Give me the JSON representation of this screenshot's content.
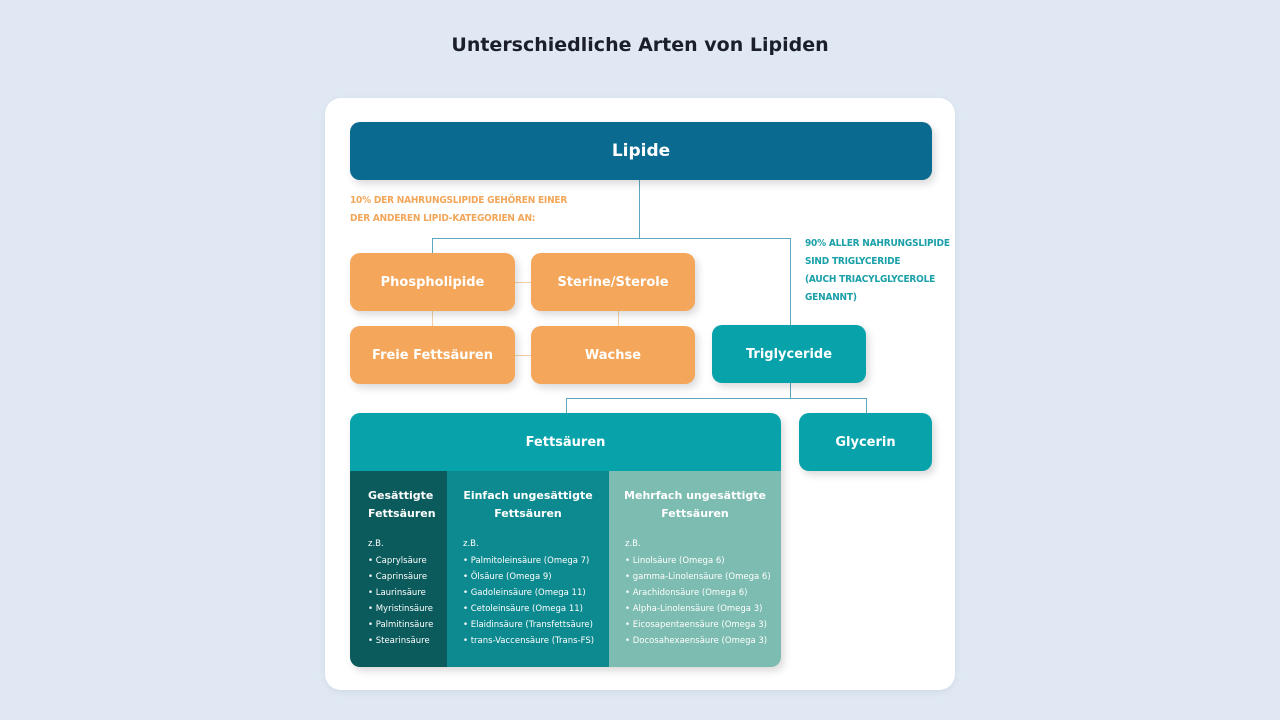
{
  "title": "Unterschiedliche Arten von Lipiden",
  "lipide": "Lipide",
  "note_other": [
    "10% DER NAHRUNGSLIPIDE GEHÖREN EINER",
    "DER ANDEREN LIPID-KATEGORIEN AN:"
  ],
  "note_tri": [
    "90% ALLER NAHRUNGSLIPIDE",
    "SIND TRIGLYCERIDE",
    "(AUCH TRIACYLGLYCEROLE",
    "GENANNT)"
  ],
  "phospholipide": "Phospholipide",
  "sterine": "Sterine/Sterole",
  "freie": "Freie Fettsäuren",
  "wachse": "Wachse",
  "triglyceride": "Triglyceride",
  "fettsaeuren": "Fettsäuren",
  "glycerin": "Glycerin",
  "columns": [
    {
      "title": [
        "Gesättigte",
        "Fettsäuren"
      ],
      "zb": "z.B.",
      "items": [
        "Caprylsäure",
        "Caprinsäure",
        "Laurinsäure",
        "Myristinsäure",
        "Palmitinsäure",
        "Stearinsäure"
      ]
    },
    {
      "title": [
        "Einfach ungesättigte",
        "Fettsäuren"
      ],
      "zb": "z.B.",
      "items": [
        "Palmitoleinsäure (Omega 7)",
        "Ölsäure (Omega 9)",
        "Gadoleinsäure (Omega 11)",
        "Cetoleinsäure (Omega 11)",
        "Elaidinsäure (Transfettsäure)",
        "trans-Vaccensäure (Trans-FS)"
      ]
    },
    {
      "title": [
        "Mehrfach ungesättigte",
        "Fettsäuren"
      ],
      "zb": "z.B.",
      "items": [
        "Linolsäure (Omega 6)",
        "gamma-Linolensäure (Omega 6)",
        "Arachidonsäure (Omega 6)",
        "Alpha-Linolensäure (Omega 3)",
        "Eicosapentaensäure (Omega 3)",
        "Docosahexaensäure (Omega 3)"
      ]
    }
  ]
}
